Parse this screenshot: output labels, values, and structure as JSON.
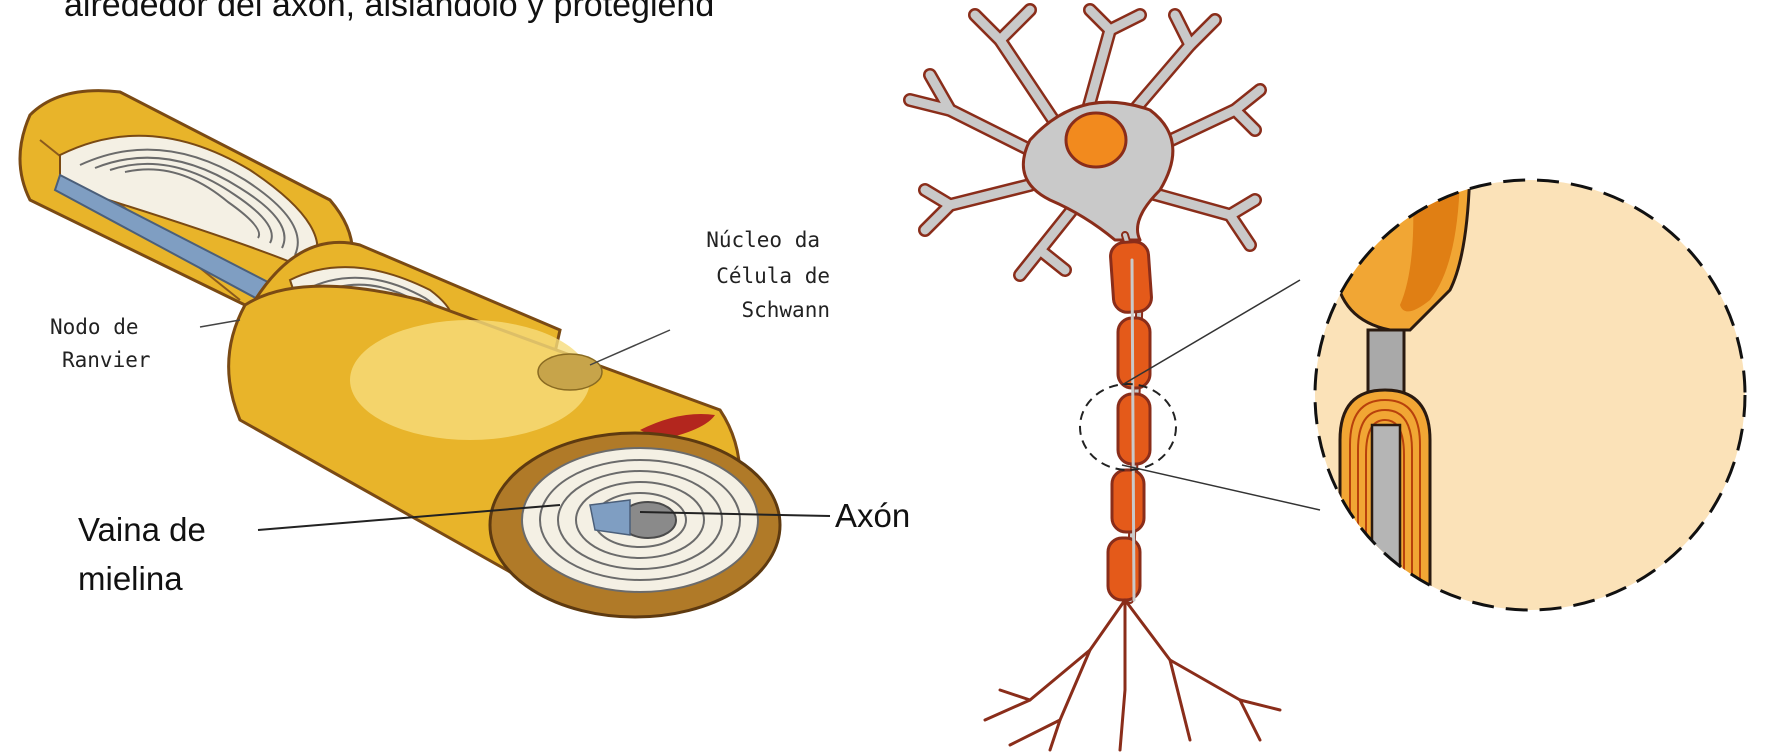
{
  "header": {
    "partial_text": "alrededor del axón, aislándolo y protegiénd"
  },
  "left_diagram": {
    "labels": {
      "nucleus_line1": "Núcleo da",
      "nucleus_line2": "Célula de",
      "nucleus_line3": "Schwann",
      "node_line1": "Nodo de",
      "node_line2": "Ranvier",
      "sheath_line1": "Vaina de",
      "sheath_line2": "mielina",
      "axon": "Axón"
    }
  },
  "colors": {
    "myelin_yellow": "#e8b42a",
    "myelin_light": "#f6dc7c",
    "myelin_brown": "#b07a28",
    "axon_blue": "#7f9ec2",
    "neuron_gray": "#c9c9c9",
    "neuron_outline": "#8a2d1a",
    "nucleus_orange": "#f28a1e",
    "segment_orange": "#e45a1a",
    "zoom_bg": "#fbe2b8"
  }
}
